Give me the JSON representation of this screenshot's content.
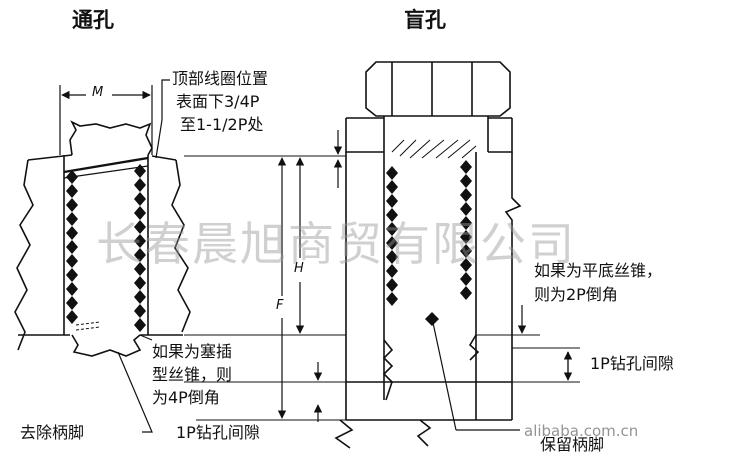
{
  "titles": {
    "through_hole": "通孔",
    "blind_hole": "盲孔"
  },
  "notes": {
    "top_coil_line1": "顶部线圈位置",
    "top_coil_line2": "表面下3/4P",
    "top_coil_line3": "至1-1/2P处",
    "flat_tap_line1": "如果为平底丝锥，",
    "flat_tap_line2": "则为2P倒角",
    "drill_clearance_right": "1P钻孔间隙",
    "plug_tap_line1": "如果为塞插",
    "plug_tap_line2": "型丝锥，则",
    "plug_tap_line3": "为4P倒角",
    "remove_tang": "去除柄脚",
    "drill_clearance_bottom": "1P钻孔间隙",
    "keep_tang": "保留柄脚"
  },
  "dimensions": {
    "m": "M",
    "h": "H",
    "f": "F"
  },
  "watermark": {
    "company": "长春晨旭商贸有限公司",
    "site": "alibaba.com.cn"
  },
  "colors": {
    "line": "#111111",
    "background": "#ffffff",
    "watermark": "#999999"
  }
}
